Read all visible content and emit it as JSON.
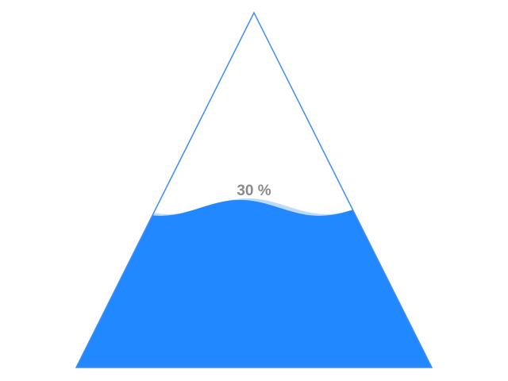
{
  "chart_data": {
    "type": "liquidfill",
    "shape": "triangle",
    "value": 0.3,
    "label": "30 %",
    "colors": {
      "liquid": "#2288ff",
      "outline": "#3d8ef0",
      "label": "#8a8a8a",
      "background": "#ffffff"
    }
  }
}
